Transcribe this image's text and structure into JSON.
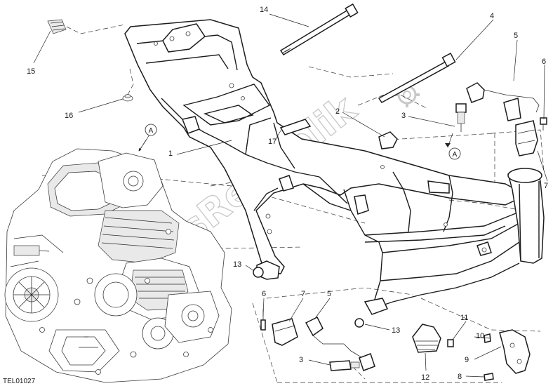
{
  "callouts": {
    "c1": "1",
    "c2": "2",
    "c3a": "3",
    "c3b": "3",
    "c4": "4",
    "c5a": "5",
    "c5b": "5",
    "c6a": "6",
    "c6b": "6",
    "c7a": "7",
    "c7b": "7",
    "c8": "8",
    "c9": "9",
    "c10": "10",
    "c11": "11",
    "c12": "12",
    "c13a": "13",
    "c13b": "13",
    "c14": "14",
    "c15": "15",
    "c16": "16",
    "c17": "17"
  },
  "references": {
    "ref_a_top": "A",
    "ref_a_left": "A"
  },
  "drawing_code": "TEL01027",
  "watermark": {
    "text": "PartsRepublik"
  }
}
